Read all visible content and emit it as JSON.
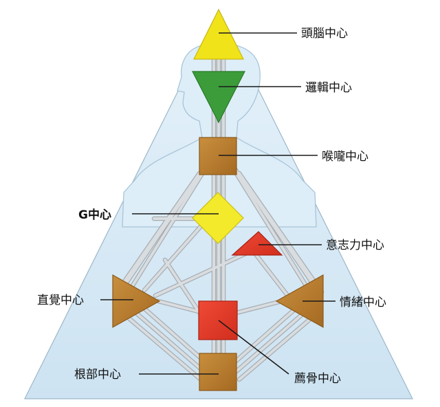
{
  "labels": {
    "head": "頭腦中心",
    "ajna": "邏輯中心",
    "throat": "喉嚨中心",
    "g": "G中心",
    "will": "意志力中心",
    "spleen": "直覺中心",
    "solar_plexus": "情緒中心",
    "sacral": "薦骨中心",
    "root": "根部中心"
  },
  "colors": {
    "head": "#f1e31a",
    "ajna": "#3c9c3a",
    "throat": "#b87a2c",
    "g": "#f3ea2c",
    "will": "#e33a28",
    "spleen": "#b87a2c",
    "solar_plexus": "#b87a2c",
    "sacral": "#e33a28",
    "root": "#b87a2c",
    "background_triangle": "#cfe5f3",
    "silhouette": "#ddeef8"
  }
}
